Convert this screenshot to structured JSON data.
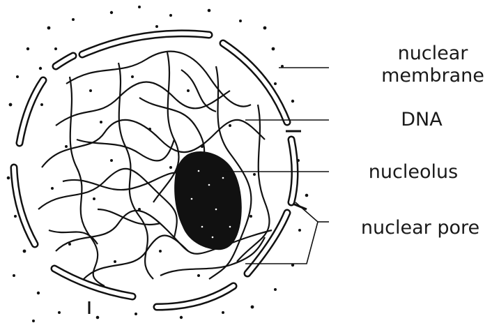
{
  "labels": {
    "nuclear_membrane_line1": "nuclear",
    "nuclear_membrane_line2": "membrane",
    "dna": "DNA",
    "nucleolus": "nucleolus",
    "nuclear_pore": "nuclear pore"
  }
}
